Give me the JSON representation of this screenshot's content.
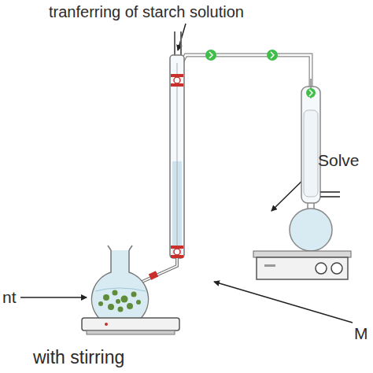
{
  "diagram": {
    "labels": [
      "tranferring of starch solution",
      "Solve",
      "nt",
      "with stirring",
      "M"
    ]
  }
}
